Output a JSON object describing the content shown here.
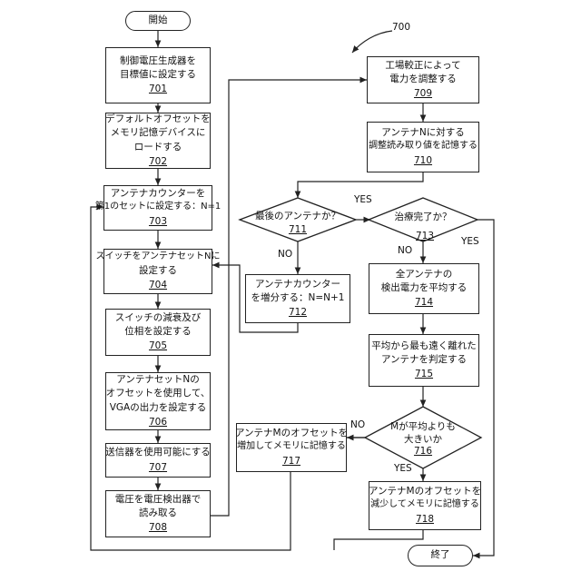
{
  "diagram_number": "700",
  "start": "開始",
  "end": "終了",
  "boxes": {
    "b701": {
      "text": [
        "制御電圧生成器を",
        "目標値に設定する"
      ],
      "ref": "701"
    },
    "b702": {
      "text": [
        "デフォルトオフセットを",
        "メモリ記憶デバイスに",
        "ロードする"
      ],
      "ref": "702"
    },
    "b703": {
      "text": [
        "アンテナカウンターを",
        "第1のセットに設定する：N=1"
      ],
      "ref": "703"
    },
    "b704": {
      "text": [
        "スイッチをアンテナセットNに",
        "設定する"
      ],
      "ref": "704"
    },
    "b705": {
      "text": [
        "スイッチの減衰及び",
        "位相を設定する"
      ],
      "ref": "705"
    },
    "b706": {
      "text": [
        "アンテナセットNの",
        "オフセットを使用して、",
        "VGAの出力を設定する"
      ],
      "ref": "706"
    },
    "b707": {
      "text": [
        "送信器を使用可能にする"
      ],
      "ref": "707"
    },
    "b708": {
      "text": [
        "電圧を電圧検出器で",
        "読み取る"
      ],
      "ref": "708"
    },
    "b709": {
      "text": [
        "工場較正によって",
        "電力を調整する"
      ],
      "ref": "709"
    },
    "b710": {
      "text": [
        "アンテナNに対する",
        "調整読み取り値を記憶する"
      ],
      "ref": "710"
    },
    "b712": {
      "text": [
        "アンテナカウンター",
        "を増分する：N=N+1"
      ],
      "ref": "712"
    },
    "b714": {
      "text": [
        "全アンテナの",
        "検出電力を平均する"
      ],
      "ref": "714"
    },
    "b715": {
      "text": [
        "平均から最も遠く離れた",
        "アンテナを判定する"
      ],
      "ref": "715"
    },
    "b717": {
      "text": [
        "アンテナMのオフセットを",
        "増加してメモリに記憶する"
      ],
      "ref": "717"
    },
    "b718": {
      "text": [
        "アンテナMのオフセットを",
        "減少してメモリに記憶する"
      ],
      "ref": "718"
    }
  },
  "decisions": {
    "d711": {
      "text": [
        "最後のアンテナか？"
      ],
      "ref": "711"
    },
    "d713": {
      "text": [
        "治療完了か？"
      ],
      "ref": "713"
    },
    "d716": {
      "text": [
        "Mが平均よりも",
        "大きいか"
      ],
      "ref": "716"
    }
  },
  "edge_labels": {
    "yes_711": "YES",
    "no_711": "NO",
    "no_713": "NO",
    "yes_713": "YES",
    "no_716": "NO",
    "yes_716": "YES"
  }
}
